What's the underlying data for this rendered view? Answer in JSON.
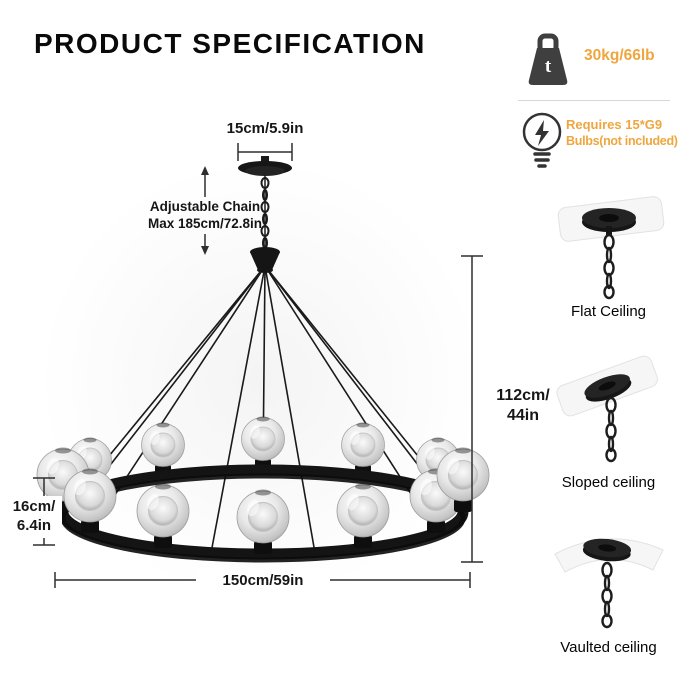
{
  "title": "PRODUCT SPECIFICATION",
  "side_panel": {
    "weight": {
      "icon_letter": "t",
      "value": "30kg/66lb"
    },
    "bulbs": {
      "line1": "Requires 15*G9",
      "line2": "Bulbs(not included)"
    },
    "ceiling_types": [
      {
        "label": "Flat Ceiling"
      },
      {
        "label": "Sloped ceiling"
      },
      {
        "label": "Vaulted ceiling"
      }
    ]
  },
  "diagram": {
    "canopy_width": "15cm/5.9in",
    "chain": {
      "line1": "Adjustable Chain",
      "line2": "Max 185cm/72.8in"
    },
    "height": {
      "line1": "112cm/",
      "line2": "44in"
    },
    "shade_height": {
      "line1": "16cm/",
      "line2": "6.4in"
    },
    "diameter": "150cm/59in"
  },
  "colors": {
    "accent_orange": "#EFA63E",
    "ink": "#111111"
  }
}
